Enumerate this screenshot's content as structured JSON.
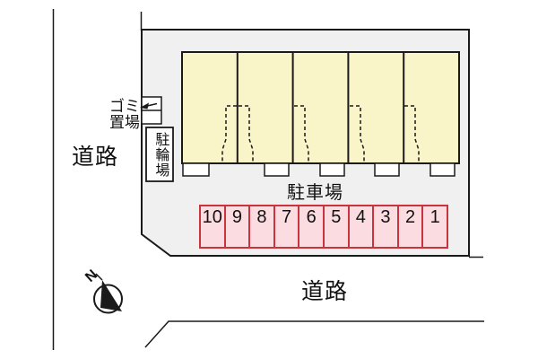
{
  "site_plan": {
    "roads": {
      "left_label": "道路",
      "bottom_label": "道路"
    },
    "garbage_area": {
      "label_line1": "ゴミ",
      "label_line2": "置場"
    },
    "bicycle_parking": {
      "label": "駐輪場"
    },
    "building": {
      "unit_count": 5
    },
    "parking": {
      "label": "駐車場",
      "spaces": [
        "10",
        "9",
        "8",
        "7",
        "6",
        "5",
        "4",
        "3",
        "2",
        "1"
      ]
    },
    "compass": {
      "label": "N"
    }
  },
  "colors": {
    "outline": "#1a1a1a",
    "site_fill": "#f0f0f0",
    "building_fill": "#faf5c8",
    "parking_fill": "#fbdce1",
    "parking_border": "#c9353e"
  }
}
